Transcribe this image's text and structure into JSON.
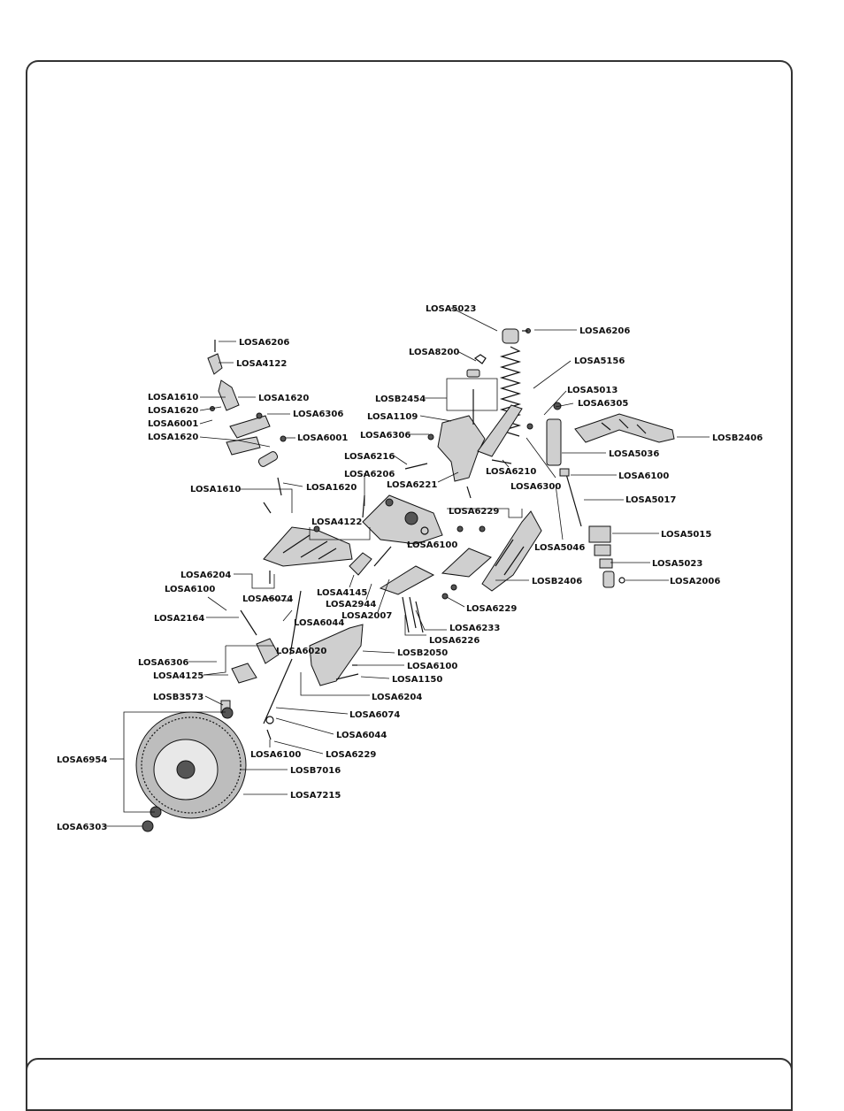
{
  "labels": [
    "LOSA5023",
    "LOSA6206",
    "LOSA8200",
    "LOSA5156",
    "LOSA6206",
    "LOSA4122",
    "LOSB2454",
    "LOSA5013",
    "LOSA1610",
    "LOSA1620",
    "LOSA1109",
    "LOSA6305",
    "LOSA1620",
    "LOSA6306",
    "LOSA6001",
    "LOSA6306",
    "LOSB2406",
    "LOSA1620",
    "LOSA6001",
    "LOSA5036",
    "LOSA6216",
    "LOSA6210",
    "LOSA6206",
    "LOSA6100",
    "LOSA6221",
    "LOSA6300",
    "LOSA1610",
    "LOSA1620",
    "LOSA5017",
    "LOSA6229",
    "LOSA4122",
    "LOSA5015",
    "LOSA6100",
    "LOSA5046",
    "LOSA6204",
    "LOSB2406",
    "LOSA5023",
    "LOSA6100",
    "LOSA4145",
    "LOSA2006",
    "LOSA6074",
    "LOSA2944",
    "LOSA6229",
    "LOSA2164",
    "LOSA2007",
    "LOSA6044",
    "LOSA6233",
    "LOSA6226",
    "LOSA6020",
    "LOSB2050",
    "LOSA6306",
    "LOSA6100",
    "LOSA4125",
    "LOSA1150",
    "LOSB3573",
    "LOSA6204",
    "LOSA6074",
    "LOSA6044",
    "LOSA6954",
    "LOSA6100",
    "LOSA6229",
    "LOSB7016",
    "LOSA7215",
    "LOSA6303"
  ]
}
